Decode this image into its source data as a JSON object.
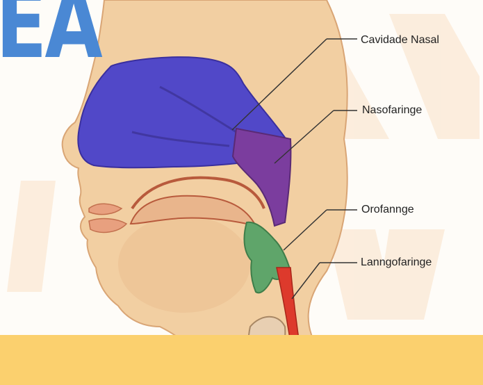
{
  "header": {
    "title_fragment": "EA"
  },
  "labels": {
    "nasal_cavity": "Cavidade Nasal",
    "nasopharynx": "Nasofaringe",
    "oropharynx": "Orofannge",
    "laryngopharynx": "Lanngofaringe"
  },
  "colors": {
    "title": "#4a88d4",
    "band": "#fbd06e",
    "skin": "#f1cfa3",
    "nasal_cavity": "#5148c8",
    "nasopharynx": "#7a3d9a",
    "oropharynx": "#5fa56a",
    "laryngopharynx": "#dd3a2c",
    "watermark": "#fbe6cf"
  }
}
